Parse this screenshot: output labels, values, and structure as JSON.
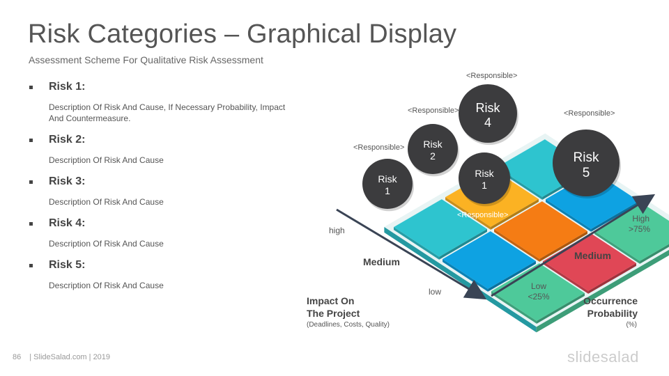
{
  "slide": {
    "title": "Risk Categories – Graphical Display",
    "subtitle": "Assessment Scheme For Qualitative Risk Assessment"
  },
  "risks": [
    {
      "name": "Risk 1:",
      "description": "Description Of Risk And Cause, If Necessary Probability, Impact And Countermeasure."
    },
    {
      "name": "Risk 2:",
      "description": "Description Of Risk And Cause"
    },
    {
      "name": "Risk 3:",
      "description": "Description Of Risk And Cause"
    },
    {
      "name": "Risk 4:",
      "description": "Description Of Risk And Cause"
    },
    {
      "name": "Risk 5:",
      "description": "Description Of Risk And Cause"
    }
  ],
  "matrix": {
    "colors": {
      "teal": "#2ec4cf",
      "blue": "#0ea2e2",
      "green": "#4ec99a",
      "yellow": "#fbb223",
      "orange": "#f57c14",
      "red": "#e04756",
      "bubble": "#3c3c3e",
      "axis": "#3a4455"
    },
    "cells": [
      {
        "label": "teal"
      },
      {
        "label": "yellow"
      },
      {
        "label": "teal"
      },
      {
        "label": "blue"
      },
      {
        "label": "orange"
      },
      {
        "label": "blue"
      },
      {
        "label": "green"
      },
      {
        "label": "red"
      },
      {
        "label": "green"
      }
    ],
    "bubbles": [
      {
        "line1": "Risk",
        "line2": "1",
        "name": "risk-1-bubble-left"
      },
      {
        "line1": "Risk",
        "line2": "2",
        "name": "risk-2-bubble"
      },
      {
        "line1": "Risk",
        "line2": "4",
        "name": "risk-4-bubble"
      },
      {
        "line1": "Risk",
        "line2": "1",
        "name": "risk-1-bubble-center"
      },
      {
        "line1": "Risk",
        "line2": "5",
        "name": "risk-5-bubble"
      }
    ],
    "responsible": [
      "<Responsible>",
      "<Responsible>",
      "<Responsible>",
      "<Responsible>",
      "<Responsible>"
    ],
    "impact_axis": {
      "high": "high",
      "medium": "Medium",
      "low": "low",
      "title_line1": "Impact On",
      "title_line2": "The Project",
      "note": "(Deadlines, Costs, Quality)"
    },
    "probability_axis": {
      "high": "High",
      "high_pct": ">75%",
      "medium": "Medium",
      "low": "Low",
      "low_pct": "<25%",
      "title_line1": "Occurrence",
      "title_line2": "Probability",
      "note": "(%)"
    }
  },
  "footer": {
    "page": "86",
    "text": "| SlideSalad.com | 2019",
    "brand": "slidesalad"
  }
}
